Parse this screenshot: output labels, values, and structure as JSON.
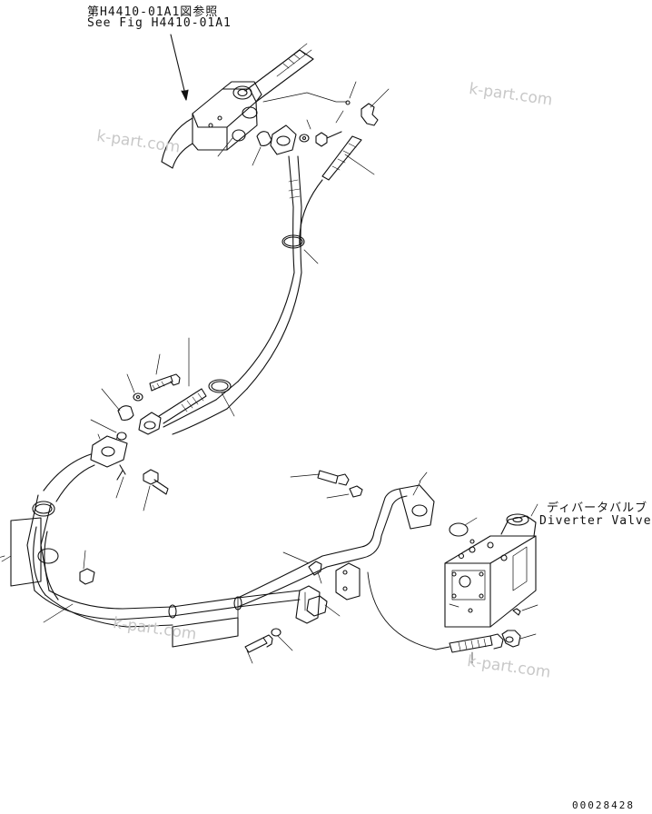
{
  "references": {
    "jp": "第H4410-01A1図参照",
    "en": "See Fig H4410-01A1"
  },
  "diverter": {
    "jp": "ディバータバルブ",
    "en": "Diverter Valve"
  },
  "watermarks": [
    "k-part.com",
    "k-part.com",
    "k-part.com",
    "k-part.com"
  ],
  "drawing_code": "00028428"
}
